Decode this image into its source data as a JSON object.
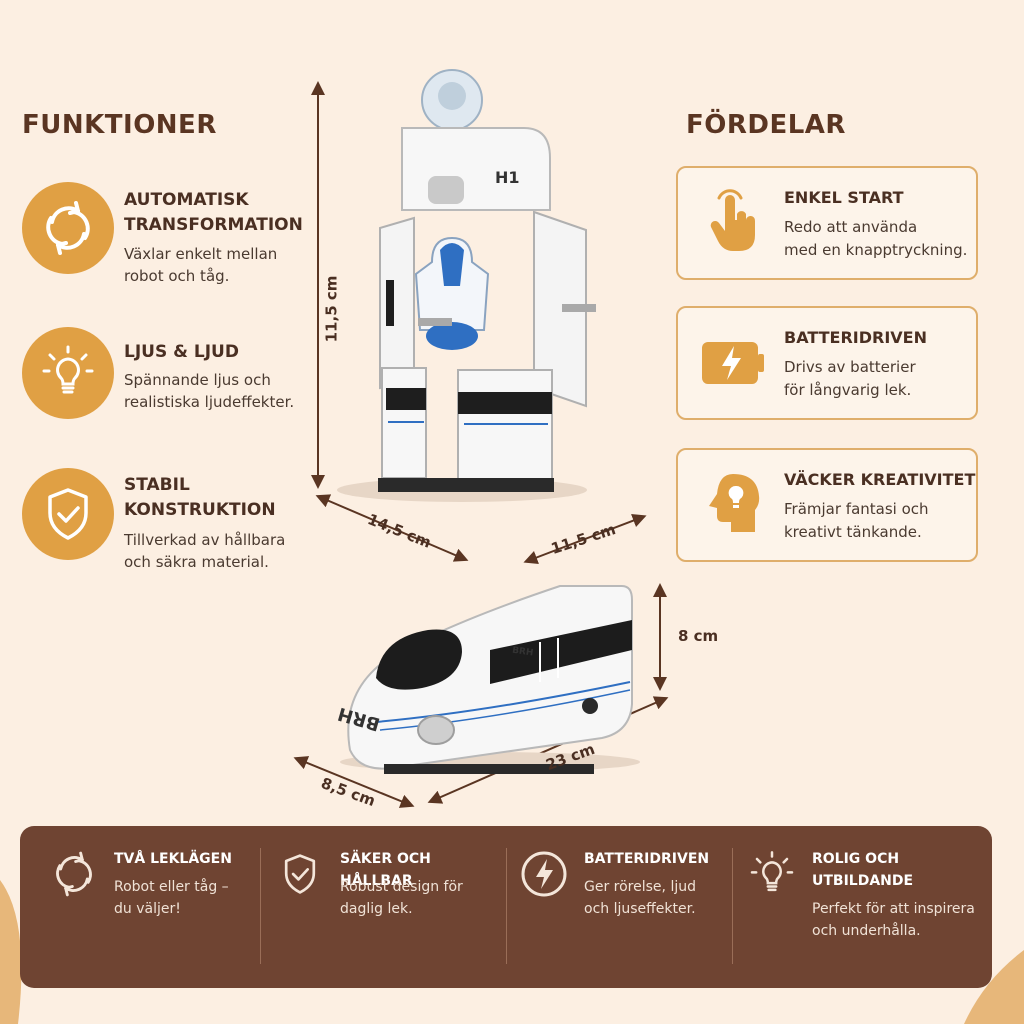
{
  "funktioner": {
    "title": "FUNKTIONER",
    "items": [
      {
        "icon": "cycle-arrows-icon",
        "title_lines": [
          "AUTOMATISK",
          "TRANSFORMATION"
        ],
        "text_lines": [
          "Växlar enkelt mellan",
          "robot och tåg."
        ]
      },
      {
        "icon": "lightbulb-icon",
        "title_lines": [
          "LJUS & LJUD"
        ],
        "text_lines": [
          "Spännande ljus och",
          "realistiska ljudeffekter."
        ]
      },
      {
        "icon": "shield-check-icon",
        "title_lines": [
          "STABIL",
          "KONSTRUKTION"
        ],
        "text_lines": [
          "Tillverkad av hållbara",
          "och säkra material."
        ]
      }
    ]
  },
  "fordelar": {
    "title": "FÖRDELAR",
    "cards": [
      {
        "icon": "hand-pointer-icon",
        "title": "ENKEL START",
        "text_lines": [
          "Redo att använda",
          "med en knapptryckning."
        ]
      },
      {
        "icon": "battery-icon",
        "title": "BATTERIDRIVEN",
        "text_lines": [
          "Drivs av batterier",
          "för långvarig lek."
        ]
      },
      {
        "icon": "head-lightbulb-icon",
        "title": "VÄCKER KREATIVITET",
        "text_lines": [
          "Främjar fantasi och",
          "kreativt tänkande."
        ]
      }
    ]
  },
  "dimensions": {
    "robot_height": "11,5 cm",
    "robot_width": "14,5 cm",
    "robot_depth": "11,5 cm",
    "train_height": "8 cm",
    "train_length": "23 cm",
    "train_width": "8,5 cm"
  },
  "toy": {
    "robot_marking": "H1",
    "train_front_marking": "BRH",
    "train_side_marking": "BRH"
  },
  "bottom": {
    "items": [
      {
        "icon": "cycle-arrows-icon",
        "title_lines": [
          "TVÅ LEKLÄGEN"
        ],
        "text_lines": [
          "Robot eller tåg –",
          "du väljer!"
        ]
      },
      {
        "icon": "shield-check-icon",
        "title_lines": [
          "SÄKER OCH HÅLLBAR"
        ],
        "text_lines": [
          "Robust design för",
          "daglig lek."
        ]
      },
      {
        "icon": "lightning-icon",
        "title_lines": [
          "BATTERIDRIVEN"
        ],
        "text_lines": [
          "Ger rörelse, ljud",
          "och ljuseffekter."
        ]
      },
      {
        "icon": "lightbulb-icon",
        "title_lines": [
          "ROLIG OCH",
          "UTBILDANDE"
        ],
        "text_lines": [
          "Perfekt för att inspirera",
          "och underhålla."
        ]
      }
    ]
  },
  "colors": {
    "background": "#fcefe2",
    "accent": "#e0a044",
    "band": "#6f4432",
    "text": "#4a2f22"
  }
}
